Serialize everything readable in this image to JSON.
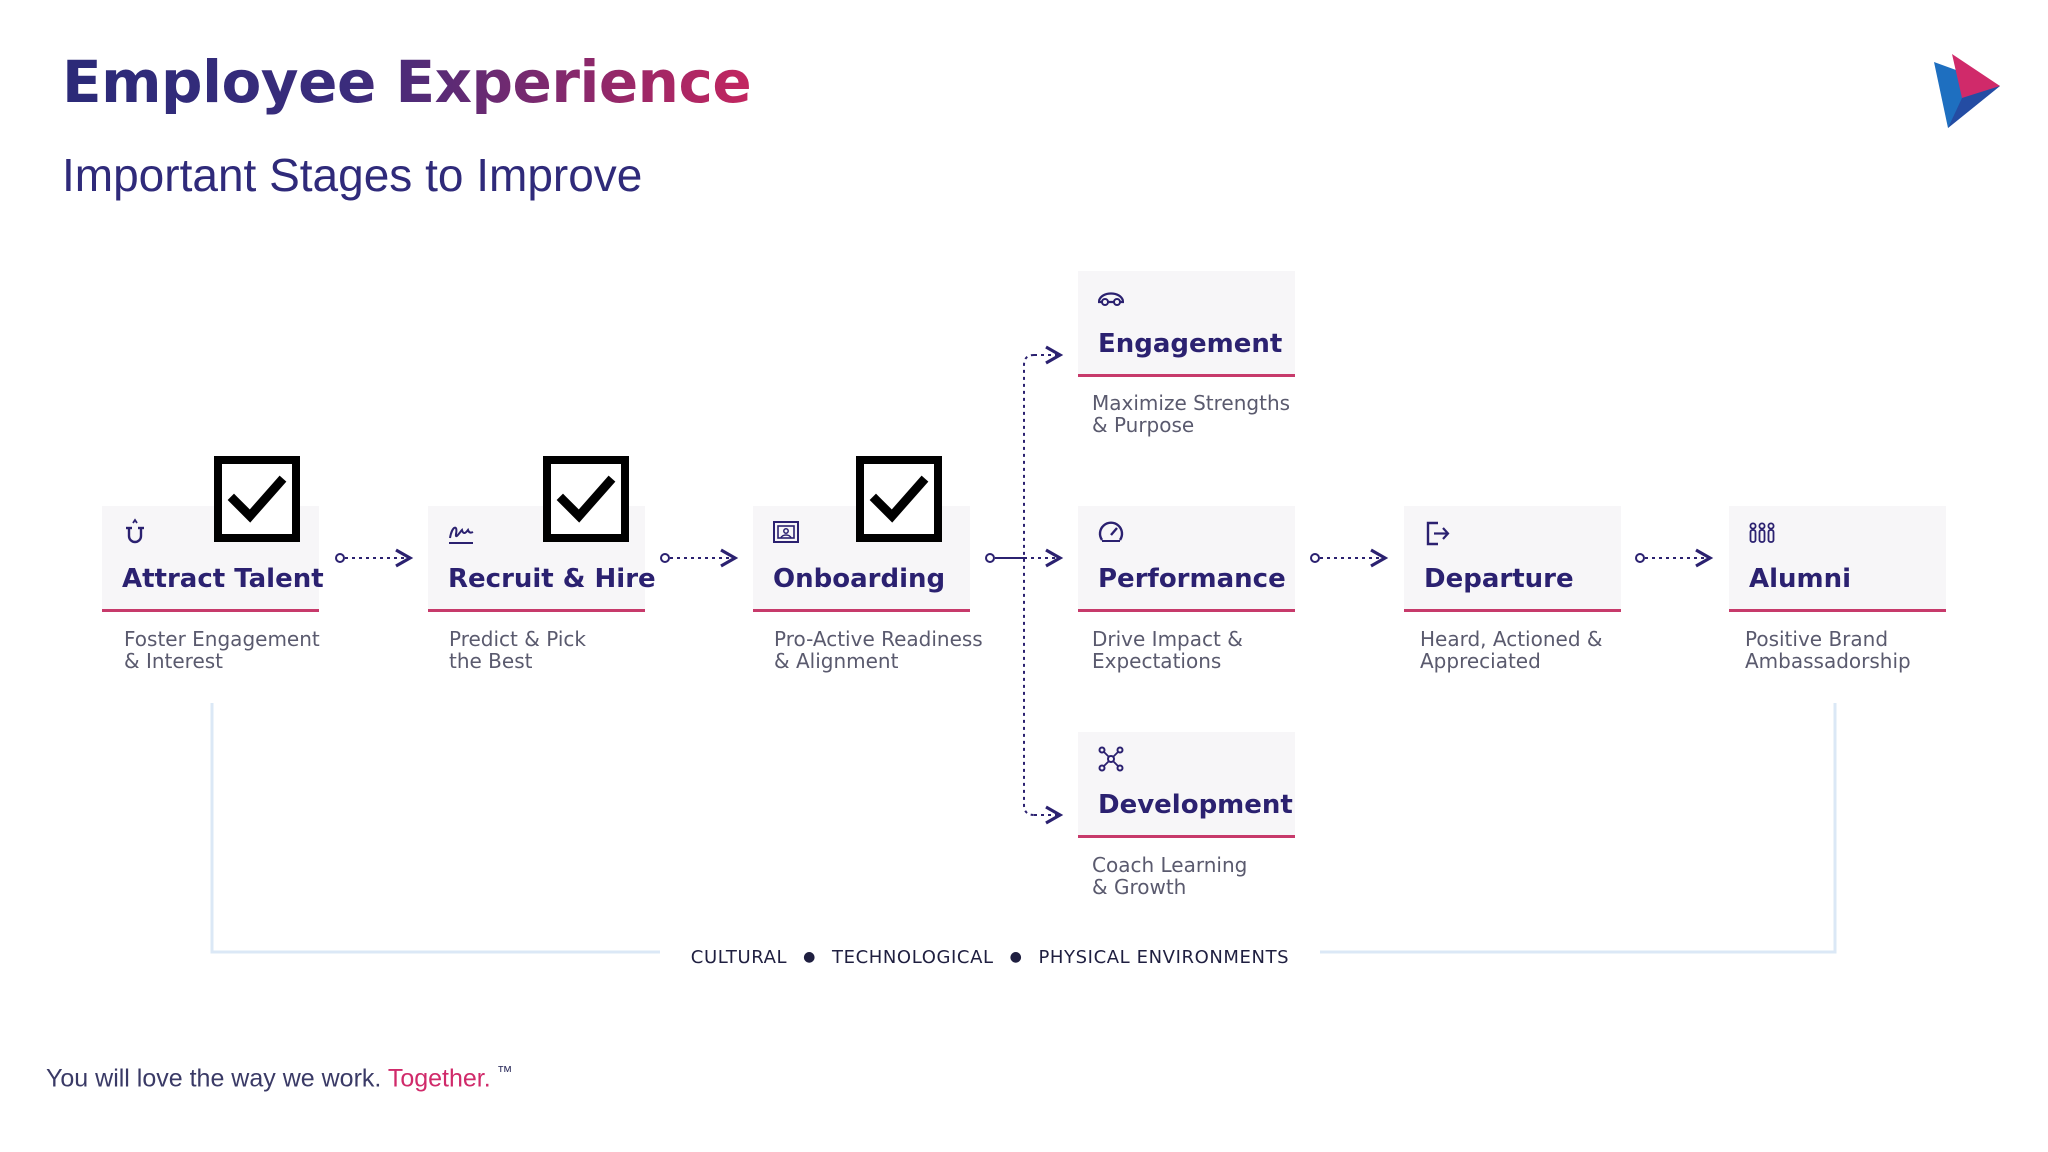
{
  "header": {
    "title": "Employee Experience",
    "subtitle": "Important Stages to Improve"
  },
  "logo": {
    "name": "play-triangle-logo",
    "colors": [
      "#1e6fc0",
      "#d02a6a",
      "#2b2170"
    ]
  },
  "colors": {
    "title_start": "#2b2a78",
    "title_end": "#c3265f",
    "accent": "#c73a6b",
    "connector": "#2b2170",
    "bracket": "#dbe8f6"
  },
  "stages": [
    {
      "id": "attract",
      "title": "Attract Talent",
      "desc": "Foster Engagement\n& Interest",
      "icon": "magnet-icon",
      "checked": true
    },
    {
      "id": "recruit",
      "title": "Recruit & Hire",
      "desc": "Predict & Pick\nthe Best",
      "icon": "signature-icon",
      "checked": true
    },
    {
      "id": "onboarding",
      "title": "Onboarding",
      "desc": "Pro-Active Readiness\n& Alignment",
      "icon": "presentation-icon",
      "checked": true
    },
    {
      "id": "engagement",
      "title": "Engagement",
      "desc": "Maximize Strengths\n& Purpose",
      "icon": "handshake-icon",
      "checked": false
    },
    {
      "id": "performance",
      "title": "Performance",
      "desc": "Drive Impact &\nExpectations",
      "icon": "gauge-icon",
      "checked": false
    },
    {
      "id": "development",
      "title": "Development",
      "desc": "Coach Learning\n& Growth",
      "icon": "network-icon",
      "checked": false
    },
    {
      "id": "departure",
      "title": "Departure",
      "desc": "Heard, Actioned &\nAppreciated",
      "icon": "exit-icon",
      "checked": false
    },
    {
      "id": "alumni",
      "title": "Alumni",
      "desc": "Positive Brand\nAmbassadorship",
      "icon": "group-icon",
      "checked": false
    }
  ],
  "environments": [
    "CULTURAL",
    "TECHNOLOGICAL",
    "PHYSICAL ENVIRONMENTS"
  ],
  "footer": {
    "text": "You will love the way we work.",
    "accent": "Together.",
    "tm": "™"
  }
}
